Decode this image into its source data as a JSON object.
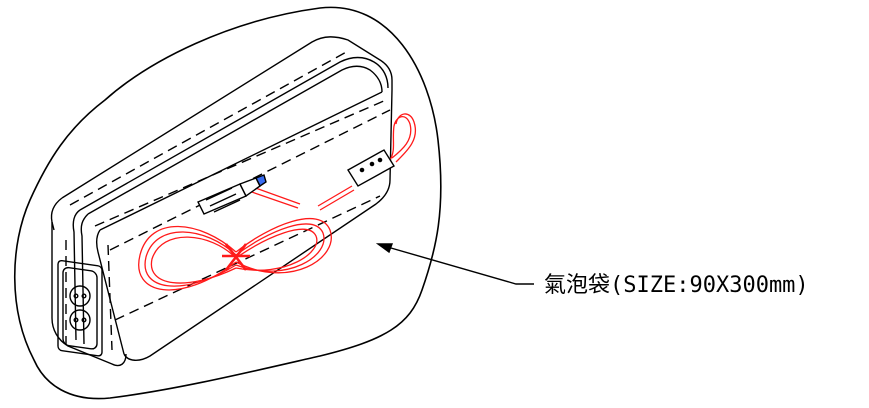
{
  "callout": {
    "label": "氣泡袋(SIZE:90X300mm)"
  },
  "colors": {
    "line": "#000000",
    "cable": "#ff1a1a",
    "tip": "#3a6df0",
    "background": "#ffffff"
  },
  "parts": [
    "bubble-bag",
    "power-adapter",
    "dc-cable",
    "ac-inlet"
  ]
}
